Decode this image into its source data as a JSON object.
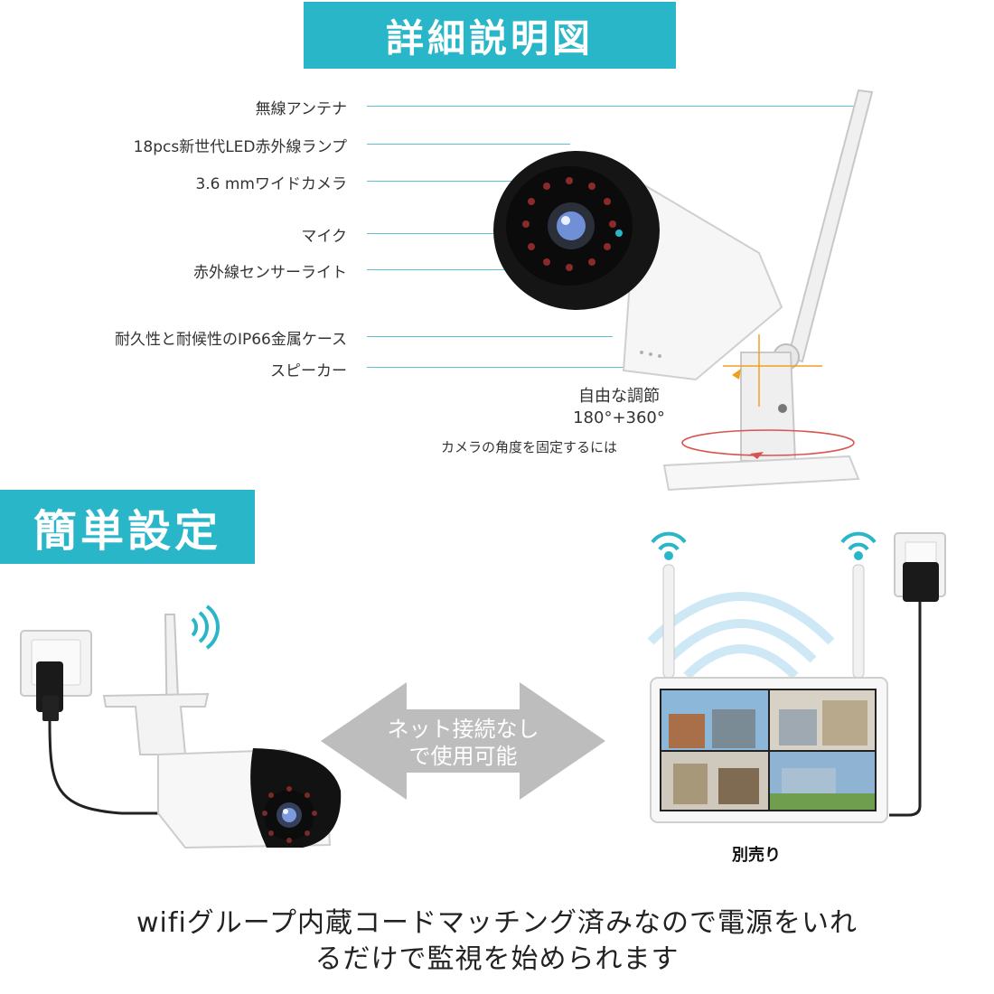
{
  "banners": {
    "top": "詳細説明図",
    "middle": "簡単設定"
  },
  "features": [
    "無線アンテナ",
    "18pcs新世代LED赤外線ランプ",
    "3.6 mmワイドカメラ",
    "マイク",
    "赤外線センサーライト",
    "耐久性と耐候性のIP66金属ケース",
    "スピーカー"
  ],
  "adjustment": {
    "title": "自由な調節",
    "angles": "180°+360°",
    "note": "カメラの角度を固定するには"
  },
  "arrow_text": {
    "line1": "ネット接続なし",
    "line2": "で使用可能"
  },
  "sold_separately": "別売り",
  "caption": {
    "line1": "wifiグループ内蔵コードマッチング済みなので電源をいれ",
    "line2": "るだけで監視を始められます"
  },
  "colors": {
    "accent": "#29b6c8",
    "callout_line": "#5fc3cf",
    "arrow": "#bdbdbd",
    "camera_body": "#f4f4f4",
    "camera_front": "#1a1a1a"
  }
}
